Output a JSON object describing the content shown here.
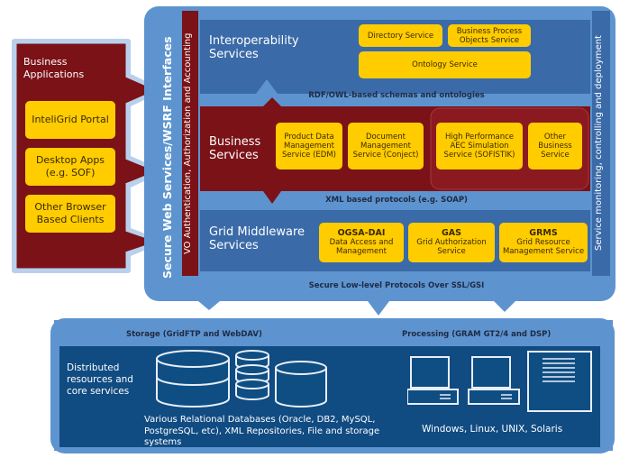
{
  "left_panel": {
    "title": "Business Applications",
    "items": [
      "InteliGrid Portal",
      "Desktop Apps (e.g. SOF)",
      "Other Browser Based Clients"
    ]
  },
  "vertical_labels": {
    "secure_ws": "Secure Web Services/WSRF Interfaces",
    "vo_auth": "VO Authentication, Authorization and Accounting",
    "service_monitoring": "Service monitoring, controlling and deployment"
  },
  "interop": {
    "title": "Interoperability Services",
    "boxes": [
      "Directory Service",
      "Business Process Objects Service",
      "Ontology Service"
    ]
  },
  "banners": {
    "rdf": "RDF/OWL-based schemas and ontologies",
    "xml": "XML based protocols (e.g. SOAP)",
    "secure": "Secure Low-level Protocols Over SSL/GSI"
  },
  "business": {
    "title": "Business Services",
    "boxes": [
      "Product Data Management Service (EDM)",
      "Document Management Service (Conject)",
      "High Performance AEC Simulation Service (SOFISTIK)",
      "Other Business Service"
    ]
  },
  "grid": {
    "title": "Grid Middleware Services",
    "boxes": [
      {
        "name": "OGSA-DAI",
        "desc": "Data Access and Management"
      },
      {
        "name": "GAS",
        "desc": "Grid Authorization Service"
      },
      {
        "name": "GRMS",
        "desc": "Grid Resource Management Service"
      }
    ]
  },
  "bottom": {
    "storage": "Storage (GridFTP and WebDAV)",
    "processing": "Processing (GRAM GT2/4 and DSP)",
    "distributed": "Distributed resources and core services",
    "databases": "Various Relational Databases (Oracle, DB2, MySQL, PostgreSQL, etc), XML Repositories, File and storage systems",
    "os": "Windows, Linux, UNIX, Solaris"
  },
  "colors": {
    "outer_blue": "#5d94cf",
    "inner_blue": "#3a6aa8",
    "dark_red": "#7a1217",
    "yellow": "#ffcc00",
    "light_blue": "#aac7ea"
  }
}
